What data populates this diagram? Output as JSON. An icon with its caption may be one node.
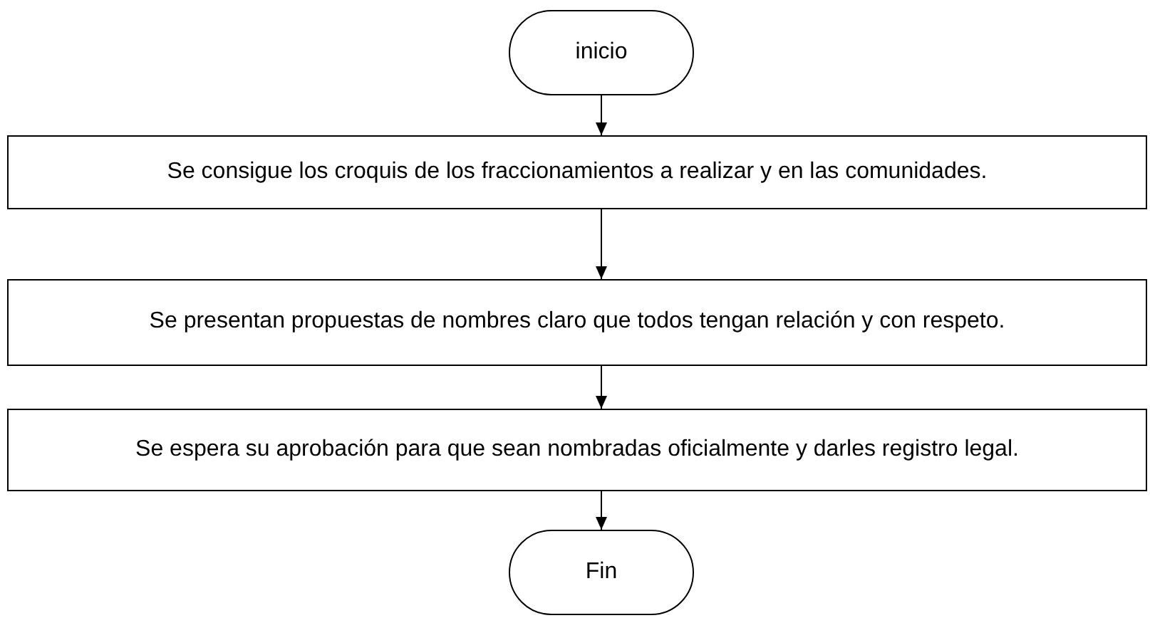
{
  "diagram": {
    "nodes": [
      {
        "text": [
          "inicio"
        ]
      },
      {
        "text": [
          "Se consigue los croquis de los fraccionamientos a realizar y en las comunidades."
        ]
      },
      {
        "text": [
          "Se presentan propuestas de nombres claro que todos tengan relación y con respeto."
        ]
      },
      {
        "text": [
          "Se espera su aprobación para que sean nombradas oficialmente y darles registro legal."
        ]
      },
      {
        "text": [
          "Fin"
        ]
      }
    ],
    "edges": [
      {
        "from": 0,
        "to": 1,
        "arrow": "to"
      },
      {
        "from": 1,
        "to": 2,
        "arrow": "to"
      },
      {
        "from": 2,
        "to": 3,
        "arrow": "to"
      },
      {
        "from": 3,
        "to": 4,
        "arrow": "to"
      }
    ]
  }
}
